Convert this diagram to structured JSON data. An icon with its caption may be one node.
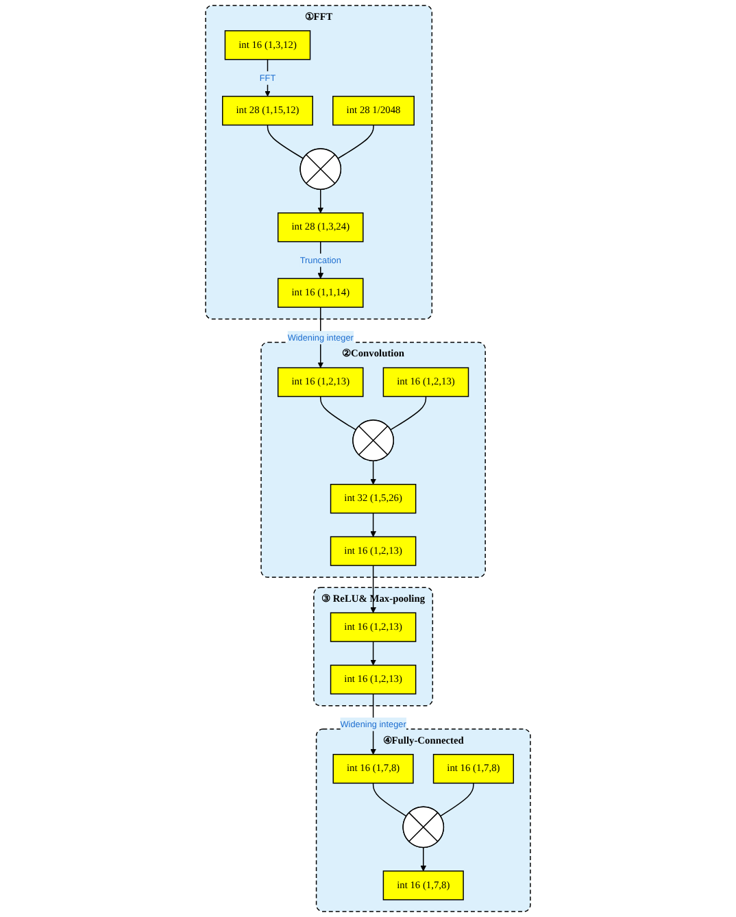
{
  "diagram": {
    "nodes": [
      {
        "text": [
          "①FFT"
        ]
      },
      {
        "text": [
          "int 16 (1,3,12)"
        ],
        "in": 0
      },
      {
        "text": [
          "int 28 (1,15,12)"
        ],
        "in": 0
      },
      {
        "text": [],
        "shape": "circle",
        "in": 0
      },
      {
        "text": [
          "int 28 1/2048"
        ],
        "in": 0
      },
      {
        "text": [
          "int 28 (1,3,24)"
        ],
        "in": 0
      },
      {
        "text": [
          "int 16 (1,1,14)"
        ],
        "in": 0
      },
      {
        "text": [
          "③ ReLU& Max-pooling"
        ]
      },
      {
        "text": [
          "int 16 (1,2,13)"
        ],
        "in": 7
      },
      {
        "text": [
          "int 16 (1,2,13)"
        ],
        "in": 7
      },
      {
        "text": [
          "②Convolution"
        ]
      },
      {
        "text": [
          "int 16 (1,2,13)"
        ],
        "in": 10
      },
      {
        "text": [],
        "shape": "circle",
        "in": 10
      },
      {
        "text": [
          "int 16 (1,2,13)"
        ],
        "in": 10
      },
      {
        "text": [
          "int 32 (1,5,26)"
        ],
        "in": 10
      },
      {
        "text": [
          "int 16 (1,2,13)"
        ],
        "in": 10
      },
      {
        "text": [
          "④Fully-Connected"
        ]
      },
      {
        "text": [
          "int 16 (1,7,8)"
        ],
        "in": 16
      },
      {
        "text": [],
        "shape": "circle",
        "in": 16
      },
      {
        "text": [
          "int 16 (1,7,8)"
        ],
        "in": 16
      },
      {
        "text": [
          "int 16 (1,7,8)"
        ],
        "in": 16
      }
    ],
    "edges": [
      {
        "from": 1,
        "to": 2,
        "arrow": "to",
        "label": "FFT"
      },
      {
        "from": 2,
        "to": 3,
        "arrow": "none"
      },
      {
        "from": 4,
        "to": 3,
        "arrow": "none"
      },
      {
        "from": 3,
        "to": 5,
        "arrow": "to"
      },
      {
        "from": 5,
        "to": 6,
        "arrow": "to",
        "label": "Truncation"
      },
      {
        "from": 6,
        "to": 11,
        "arrow": "to",
        "label": "Widening integer"
      },
      {
        "from": 11,
        "to": 12,
        "arrow": "none"
      },
      {
        "from": 13,
        "to": 12,
        "arrow": "none"
      },
      {
        "from": 12,
        "to": 14,
        "arrow": "to"
      },
      {
        "from": 14,
        "to": 15,
        "arrow": "to"
      },
      {
        "from": 15,
        "to": 8,
        "arrow": "to"
      },
      {
        "from": 8,
        "to": 9,
        "arrow": "to"
      },
      {
        "from": 9,
        "to": 17,
        "arrow": "to",
        "label": "Widening integer"
      },
      {
        "from": 17,
        "to": 18,
        "arrow": "none"
      },
      {
        "from": 19,
        "to": 18,
        "arrow": "none"
      },
      {
        "from": 18,
        "to": 20,
        "arrow": "to"
      }
    ]
  }
}
